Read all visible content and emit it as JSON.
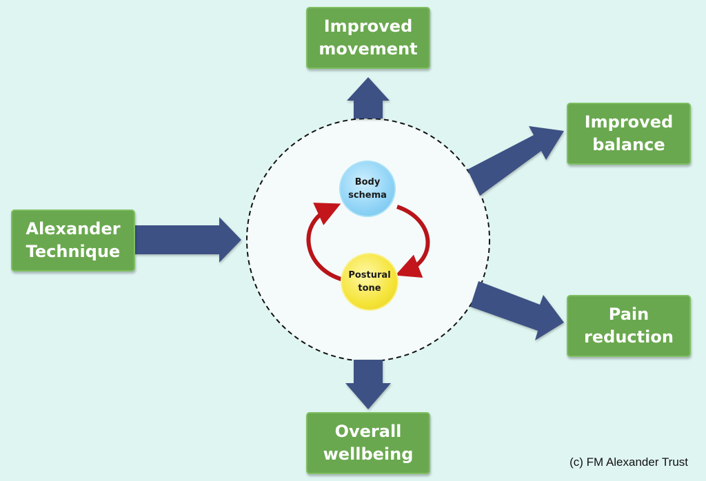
{
  "inputs": {
    "alexander_technique": [
      "Alexander",
      "Technique"
    ]
  },
  "core": {
    "body_schema": [
      "Body",
      "schema"
    ],
    "postural_tone": [
      "Postural",
      "tone"
    ]
  },
  "outcomes": {
    "improved_movement": [
      "Improved",
      "movement"
    ],
    "improved_balance": [
      "Improved",
      "balance"
    ],
    "pain_reduction": [
      "Pain",
      "reduction"
    ],
    "overall_wellbeing": [
      "Overall",
      "wellbeing"
    ]
  },
  "credit": "(c) FM Alexander Trust",
  "colors": {
    "box_green": "#6aa84f",
    "arrow_navy": "#3d5184",
    "cycle_red": "#c3161c",
    "body_schema_blue": "#8fd3f6",
    "postural_tone_yellow": "#f5e43a"
  }
}
